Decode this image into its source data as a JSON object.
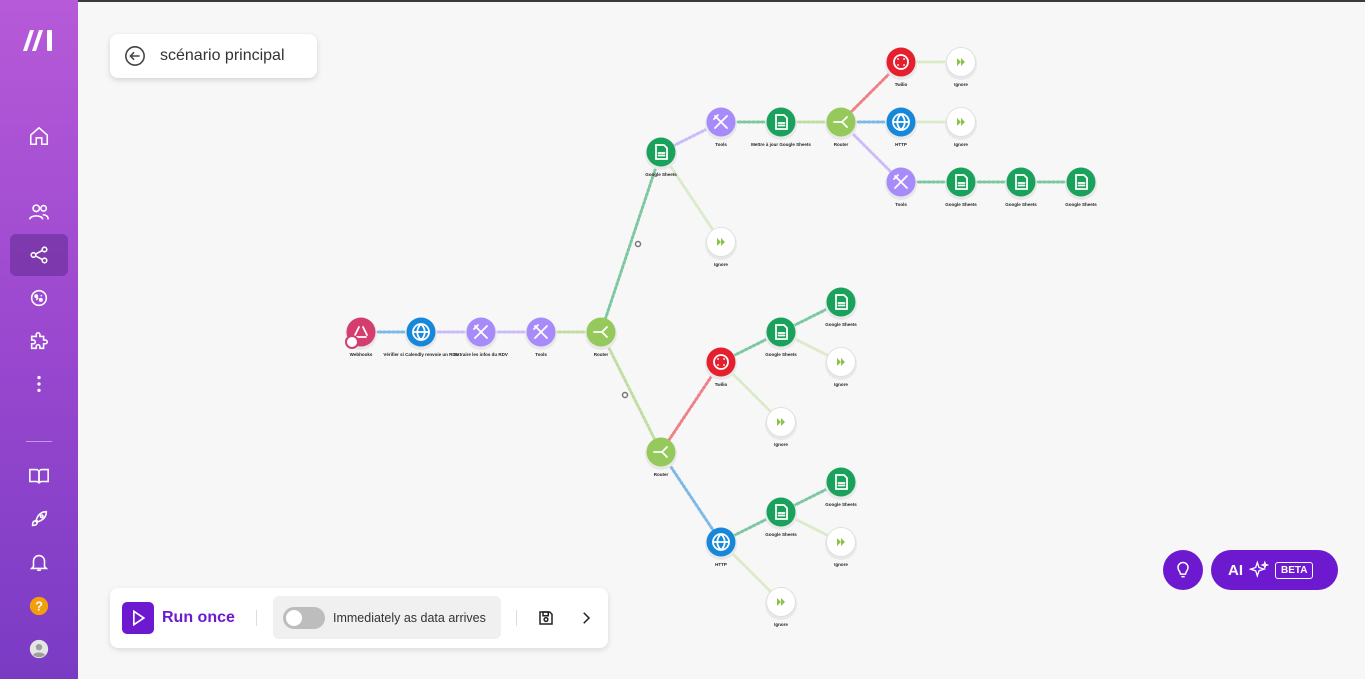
{
  "header": {
    "title": "scénario principal"
  },
  "sidebar": {
    "items": [
      {
        "name": "home-icon"
      },
      {
        "name": "team-icon"
      },
      {
        "name": "scenarios-icon",
        "active": true
      },
      {
        "name": "ai-agents-icon"
      },
      {
        "name": "apps-icon"
      },
      {
        "name": "more-icon"
      },
      {
        "name": "help-center-icon"
      },
      {
        "name": "whats-new-icon"
      },
      {
        "name": "notifications-icon"
      },
      {
        "name": "question-icon"
      },
      {
        "name": "user-avatar-icon"
      }
    ]
  },
  "toolbar": {
    "run_once_label": "Run once",
    "schedule_label": "Immediately as data arrives"
  },
  "ai": {
    "label": "AI",
    "badge": "BETA"
  },
  "colors": {
    "accent": "#6d19d0",
    "sheets": "#1aa15b",
    "tools": "#a78bfa",
    "http": "#1687d9",
    "router": "#95c95b",
    "twilio": "#e51f2e",
    "webhooks": "#d43e6e",
    "ignore": "#8bc34a"
  },
  "scenario": {
    "modules": [
      {
        "id": "m1",
        "app": "webhooks",
        "label": "Webhooks"
      },
      {
        "id": "m2",
        "app": "http",
        "label": "Vérifier si Calendly renvoie un RDV"
      },
      {
        "id": "m3",
        "app": "json",
        "label": "Extraire les infos du RDV"
      },
      {
        "id": "m4",
        "app": "tools",
        "label": "Tools"
      },
      {
        "id": "m5",
        "app": "router",
        "label": "Router"
      },
      {
        "id": "m6",
        "app": "sheets",
        "label": "Google Sheets"
      },
      {
        "id": "m7",
        "app": "ignore",
        "label": "Ignore"
      },
      {
        "id": "m8",
        "app": "tools",
        "label": "Tools"
      },
      {
        "id": "m9",
        "app": "sheets",
        "label": "Mettre à jour Google Sheets"
      },
      {
        "id": "m10",
        "app": "router",
        "label": "Router"
      },
      {
        "id": "m11",
        "app": "twilio",
        "label": "Twilio"
      },
      {
        "id": "m12",
        "app": "ignore",
        "label": "Ignore"
      },
      {
        "id": "m13",
        "app": "http",
        "label": "HTTP"
      },
      {
        "id": "m14",
        "app": "ignore",
        "label": "Ignore"
      },
      {
        "id": "m15",
        "app": "tools",
        "label": "Tools"
      },
      {
        "id": "m16",
        "app": "sheets",
        "label": "Google Sheets"
      },
      {
        "id": "m17",
        "app": "sheets",
        "label": "Google Sheets"
      },
      {
        "id": "m18",
        "app": "sheets",
        "label": "Google Sheets"
      },
      {
        "id": "m19",
        "app": "router",
        "label": "Router"
      },
      {
        "id": "m20",
        "app": "twilio",
        "label": "Twilio"
      },
      {
        "id": "m21",
        "app": "sheets",
        "label": "Google Sheets"
      },
      {
        "id": "m22",
        "app": "sheets",
        "label": "Google Sheets"
      },
      {
        "id": "m23",
        "app": "ignore",
        "label": "Ignore"
      },
      {
        "id": "m24",
        "app": "ignore",
        "label": "Ignore"
      },
      {
        "id": "m25",
        "app": "http",
        "label": "HTTP"
      },
      {
        "id": "m26",
        "app": "sheets",
        "label": "Google Sheets"
      },
      {
        "id": "m27",
        "app": "sheets",
        "label": "Google Sheets"
      },
      {
        "id": "m28",
        "app": "ignore",
        "label": "Ignore"
      },
      {
        "id": "m29",
        "app": "ignore",
        "label": "Ignore"
      }
    ],
    "links": [
      [
        "m1",
        "m2"
      ],
      [
        "m2",
        "m3"
      ],
      [
        "m3",
        "m4"
      ],
      [
        "m4",
        "m5"
      ],
      [
        "m5",
        "m6"
      ],
      [
        "m5",
        "m19"
      ],
      [
        "m6",
        "m8"
      ],
      [
        "m6",
        "m7"
      ],
      [
        "m8",
        "m9"
      ],
      [
        "m9",
        "m10"
      ],
      [
        "m10",
        "m11"
      ],
      [
        "m10",
        "m13"
      ],
      [
        "m10",
        "m15"
      ],
      [
        "m11",
        "m12"
      ],
      [
        "m13",
        "m14"
      ],
      [
        "m15",
        "m16"
      ],
      [
        "m16",
        "m17"
      ],
      [
        "m17",
        "m18"
      ],
      [
        "m19",
        "m20"
      ],
      [
        "m19",
        "m25"
      ],
      [
        "m20",
        "m21"
      ],
      [
        "m20",
        "m24"
      ],
      [
        "m21",
        "m22"
      ],
      [
        "m21",
        "m23"
      ],
      [
        "m25",
        "m26"
      ],
      [
        "m25",
        "m29"
      ],
      [
        "m26",
        "m27"
      ],
      [
        "m26",
        "m28"
      ]
    ]
  }
}
